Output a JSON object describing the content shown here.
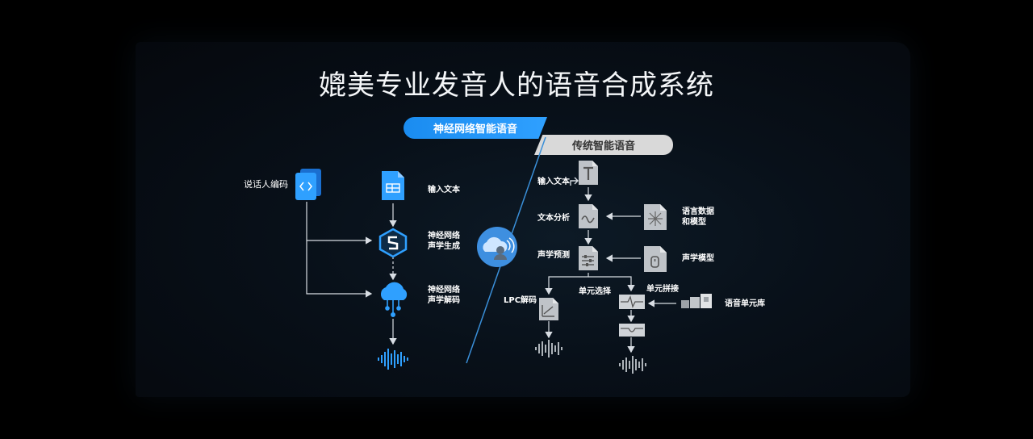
{
  "title": "媲美专业发音人的语音合成系统",
  "banners": {
    "neural": "神经网络智能语音",
    "traditional": "传统智能语音"
  },
  "neural": {
    "speaker_encoding": "说话人编码",
    "input_text": "输入文本",
    "acoustic_gen_line1": "神经网络",
    "acoustic_gen_line2": "声学生成",
    "acoustic_dec_line1": "神经网络",
    "acoustic_dec_line2": "声学解码"
  },
  "traditional": {
    "input_text": "输入文本",
    "text_analysis": "文本分析",
    "language_data_line1": "语言数据",
    "language_data_line2": "和模型",
    "acoustic_prediction": "声学预测",
    "acoustic_model": "声学模型",
    "unit_selection": "单元选择",
    "unit_concat": "单元拼接",
    "lpc_decode": "LPC解码",
    "unit_library": "语音单元库"
  },
  "colors": {
    "accent_blue": "#2fa0ff",
    "arrow": "#d8dde3",
    "doc_gray": "#bfc3c8"
  }
}
